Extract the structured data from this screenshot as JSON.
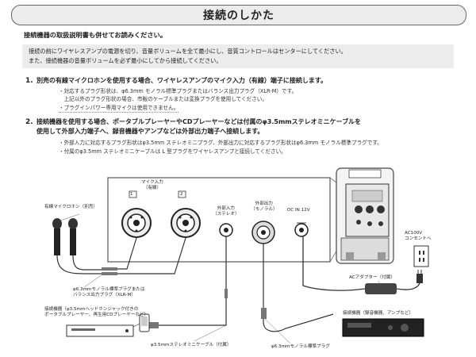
{
  "title": "接続のしかた",
  "intro": "接続機器の取扱説明書も併せてお読みください。",
  "notice": {
    "line1": "接続の前にワイヤレスアンプの電源を切り、音量ボリュームを全て最小にし、音質コントロールはセンターにしてください。",
    "line2": "また、接続機器の音量ボリュームを必ず最小にしてから接続してください。"
  },
  "step1": {
    "num": "1.",
    "text": "別売の有線マイクロホンを使用する場合、ワイヤレスアンプのマイク入力（有線）端子に接続します。",
    "notes": [
      "・対応するプラグ形状は、φ6.3mm モノラル標準プラグまたはバランス出力プラグ（XLR-M）です。",
      "　上記以外のプラグ形状の場合、市販のケーブルまたは変換プラグを使用してください。",
      "・プラグインパワー専用マイクは使用できません。"
    ]
  },
  "step2": {
    "num": "2.",
    "line1": "接続機器を使用する場合、ポータブルプレーヤーやCDプレーヤーなどは付属のφ3.5mmステレオミニケーブルを",
    "line2": "使用して外部入力端子へ、録音機器やアンプなどは外部出力端子へ接続します。",
    "notes": [
      "・外部入力に対応するプラグ形状はφ3.5mm ステレオミニプラグ、外部出力に対応するプラグ形状はφ6.3mm モノラル標準プラグです。",
      "・付属のφ3.5mm ステレオミニケーブルは L 型プラグをワイヤレスアンプと接続してください。"
    ]
  },
  "diagram": {
    "mic_input_label": "マイク入力\n（有線）",
    "jack1": "1",
    "jack2": "2",
    "ext_in_label": "外部入力\n（ステレオ）",
    "ext_out_label": "外部出力\n（モノラル）",
    "dc_label": "DC IN 12V",
    "wired_mic_label": "有線マイクロホン（別売）",
    "plug_label": "φ6.3mmモノラル標準プラグまたは\nバランス出力プラグ（XLR-M）",
    "portable_label": "接続機器（φ3.5mmヘッドホンジャック付きの\nポータブルプレーヤー、再生用CDプレーヤーなど）",
    "mini_cable_label": "φ3.5mmステレオミニケーブル（付属）",
    "mono_plug_label": "φ6.3mmモノラル標準プラグ",
    "recorder_label": "接続機器（録音機器、アンプなど）",
    "ac_adapter_label": "ACアダプター（付属）",
    "outlet_label": "AC100V\nコンセントへ"
  }
}
